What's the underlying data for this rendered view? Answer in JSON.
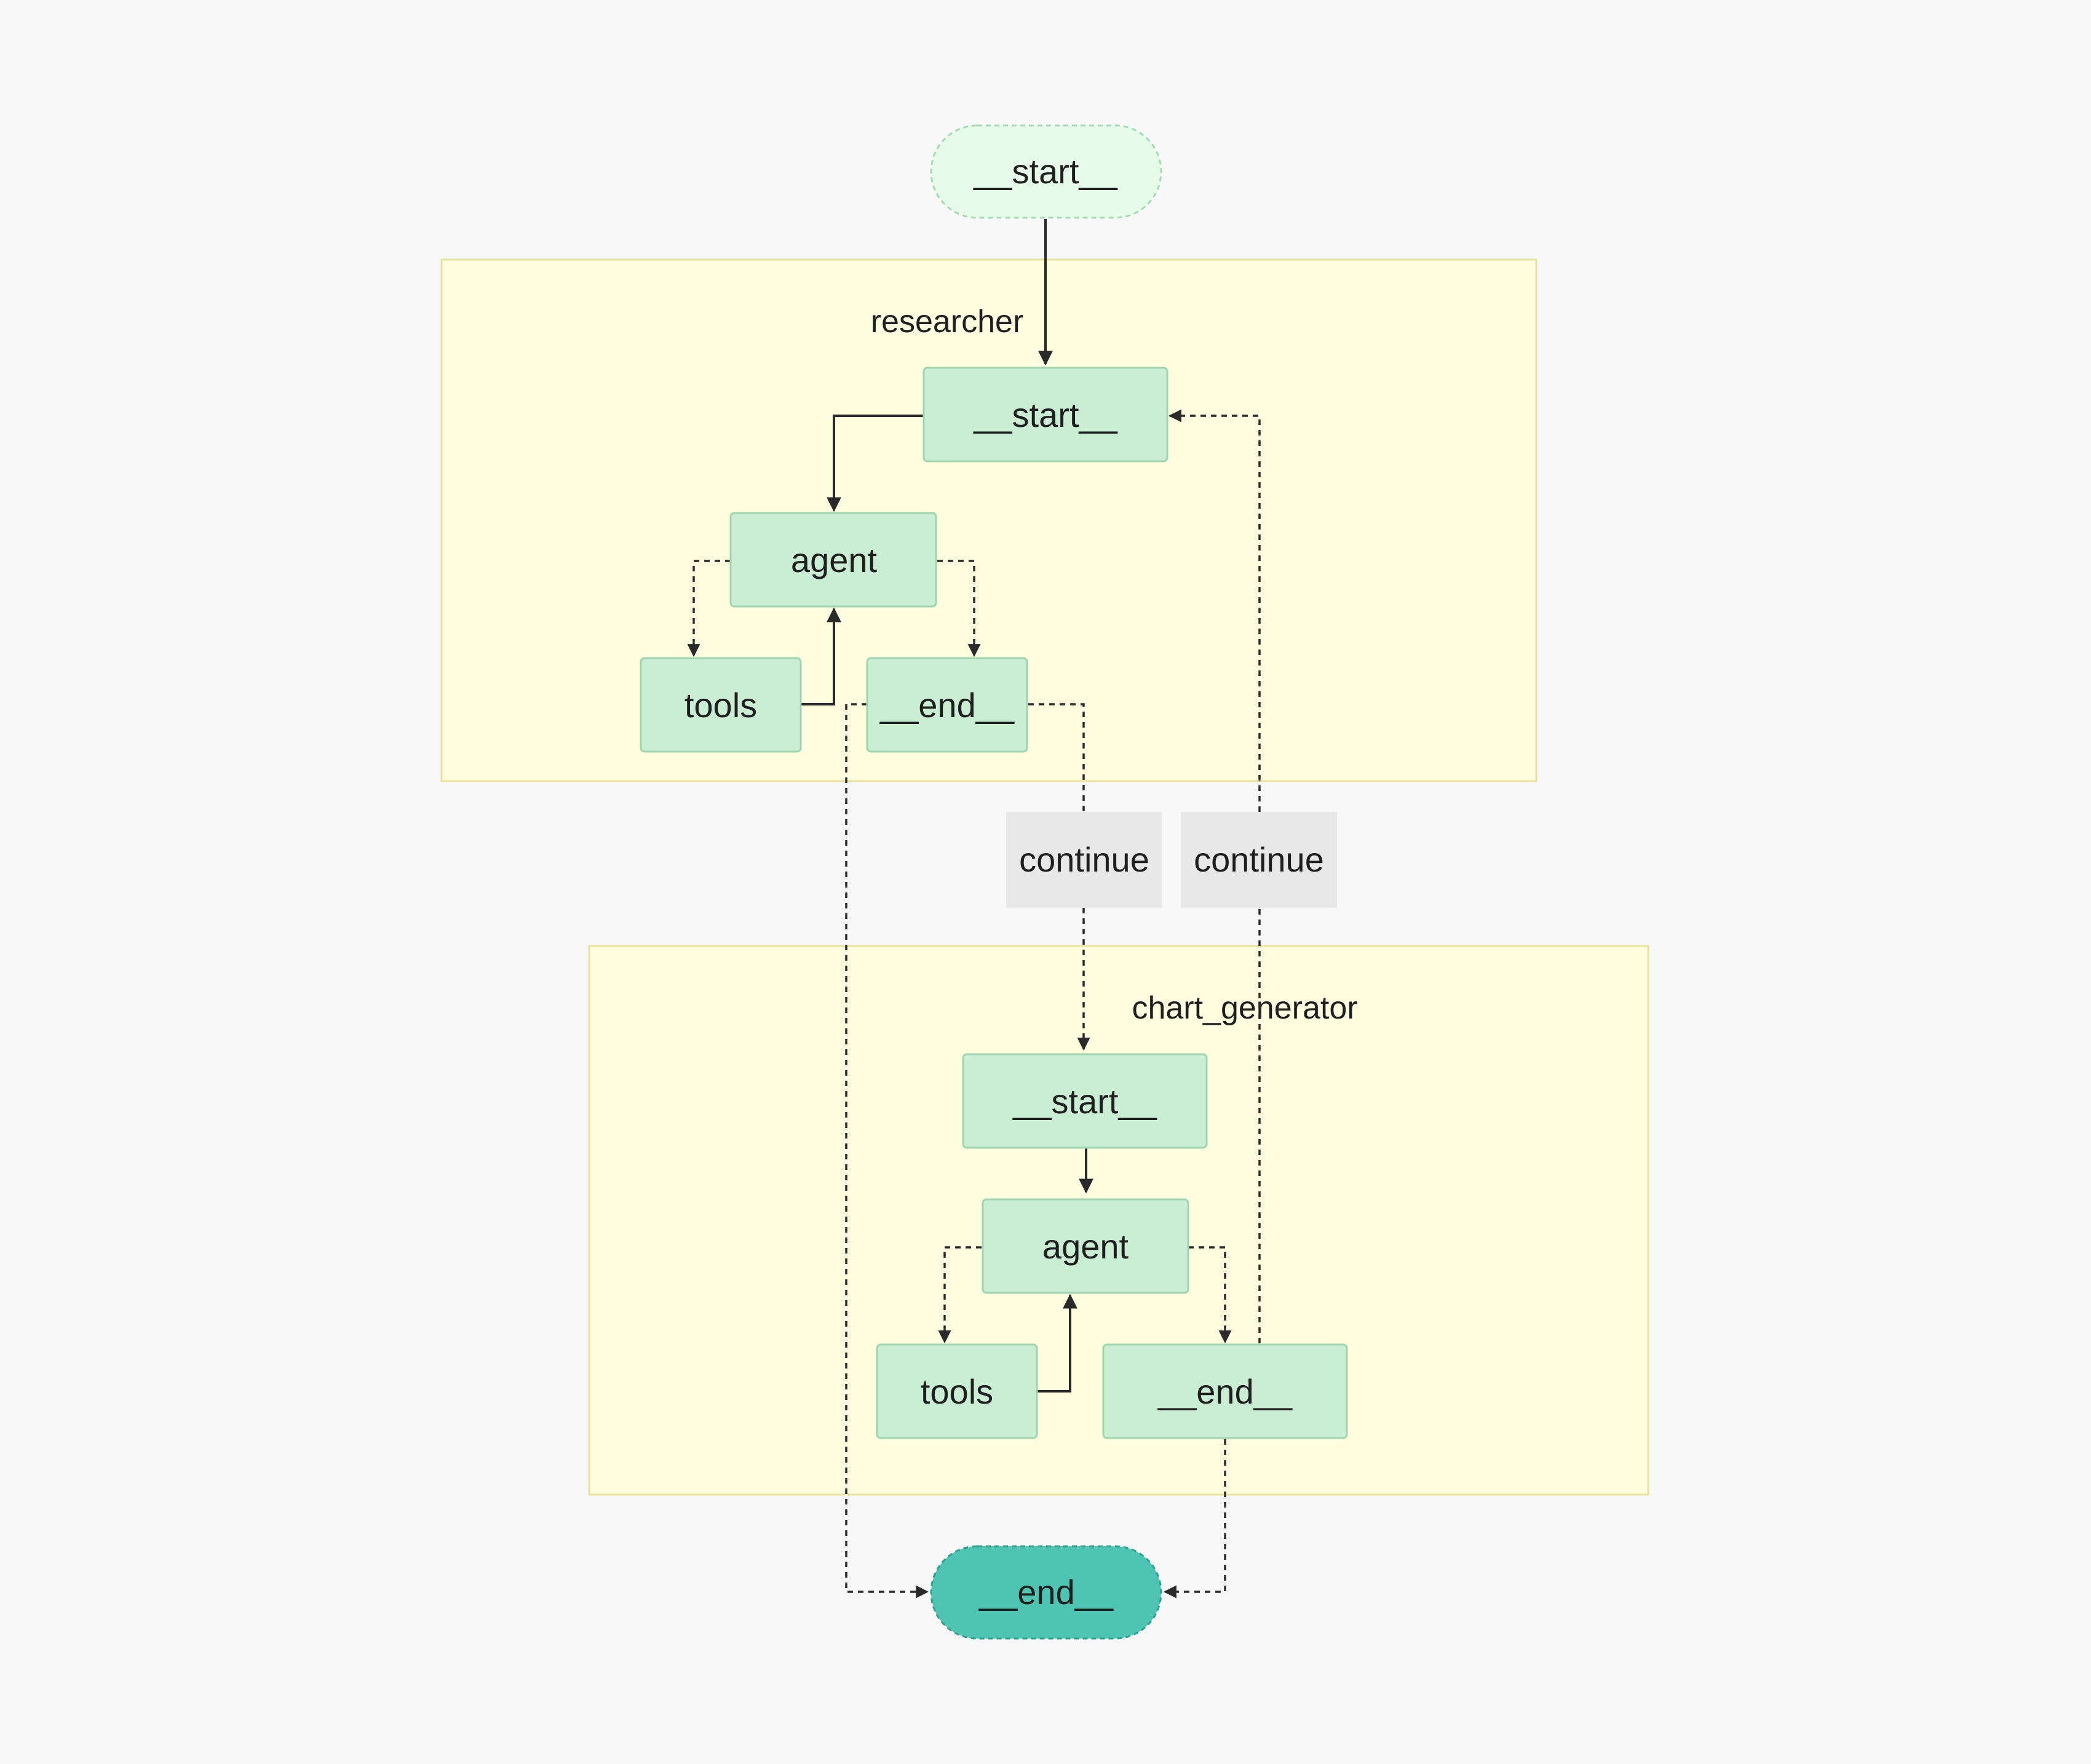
{
  "colors": {
    "background": "#f8f8f8",
    "cluster_fill": "#fefddf",
    "cluster_stroke": "#e6e39c",
    "node_fill": "#c9eed4",
    "node_stroke": "#9fd6b0",
    "start_fill": "#e7fbe9",
    "start_stroke": "#a5dbb4",
    "end_fill": "#4fc4b2",
    "end_stroke": "#2fa28f",
    "edge_label_fill": "#e8e8e8",
    "edge_stroke": "#2a2a2a"
  },
  "graph": {
    "start_node": "__start__",
    "end_node": "__end__",
    "clusters": {
      "researcher": {
        "title": "researcher",
        "start": "__start__",
        "agent": "agent",
        "tools": "tools",
        "end": "__end__"
      },
      "chart_generator": {
        "title": "chart_generator",
        "start": "__start__",
        "agent": "agent",
        "tools": "tools",
        "end": "__end__"
      }
    },
    "edge_labels": {
      "researcher_to_chart": "continue",
      "chart_to_researcher": "continue"
    }
  }
}
